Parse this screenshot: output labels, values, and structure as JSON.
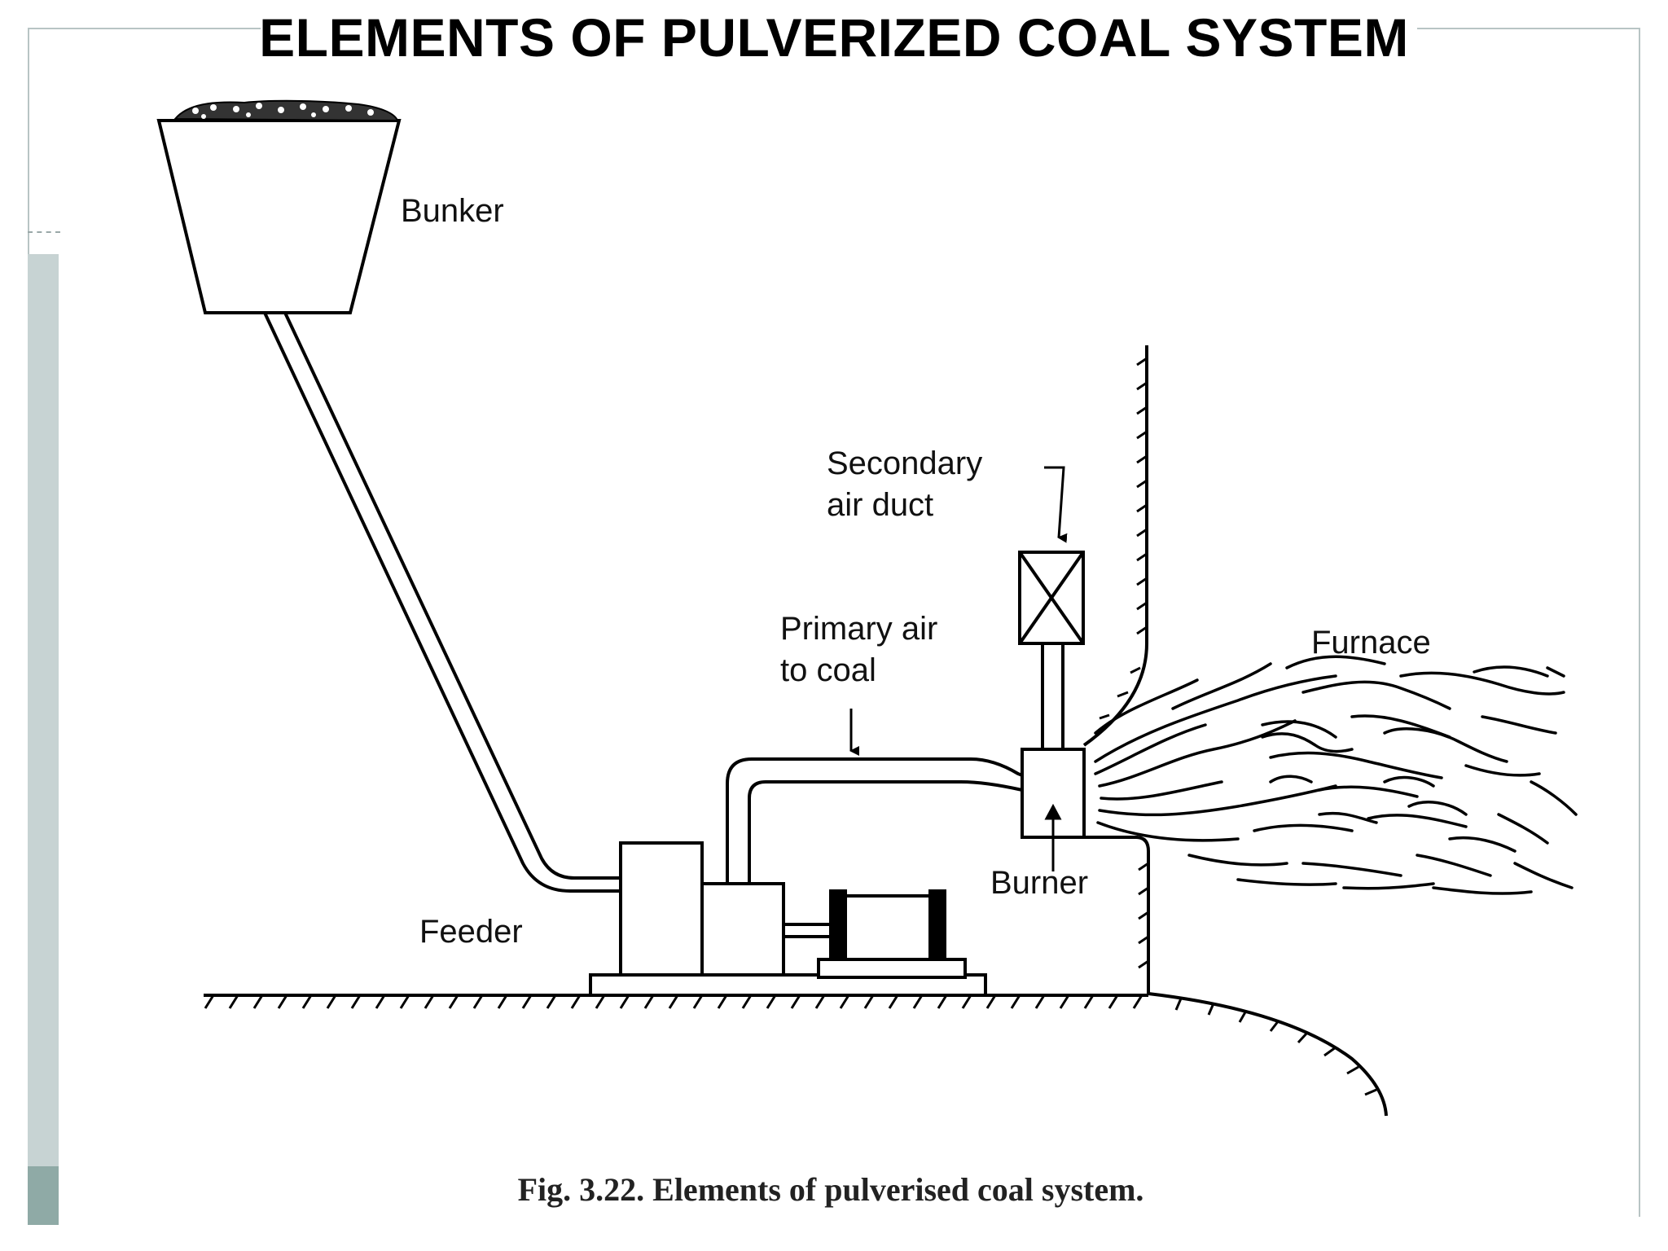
{
  "title": "ELEMENTS OF PULVERIZED COAL SYSTEM",
  "labels": {
    "bunker": "Bunker",
    "secondary_air_line1": "Secondary",
    "secondary_air_line2": "air duct",
    "primary_air_line1": "Primary air",
    "primary_air_line2": "to coal",
    "furnace": "Furnace",
    "burner": "Burner",
    "feeder": "Feeder"
  },
  "caption": "Fig. 3.22. Elements of pulverised coal system."
}
